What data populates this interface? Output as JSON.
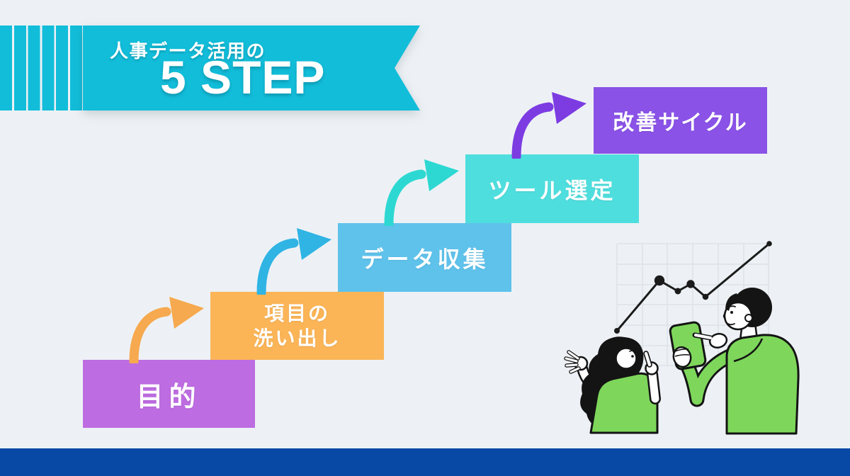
{
  "header": {
    "subtitle": "人事データ活用の",
    "title": "5 STEP"
  },
  "steps": [
    {
      "id": 1,
      "label": "目的",
      "color": "#bd6ce1"
    },
    {
      "id": 2,
      "label": "項目の洗い出し",
      "lines": [
        "項目の",
        "洗い出し"
      ],
      "color": "#fbb557"
    },
    {
      "id": 3,
      "label": "データ収集",
      "color": "#5fc2eb"
    },
    {
      "id": 4,
      "label": "ツール選定",
      "color": "#4fdede"
    },
    {
      "id": 5,
      "label": "改善サイクル",
      "color": "#8a52e7"
    }
  ],
  "arrows": [
    {
      "from_step": 1,
      "to_step": 2,
      "color": "#f6a94e"
    },
    {
      "from_step": 2,
      "to_step": 3,
      "color": "#2fb4e4"
    },
    {
      "from_step": 3,
      "to_step": 4,
      "color": "#2ed8d2"
    },
    {
      "from_step": 4,
      "to_step": 5,
      "color": "#7c3ce2"
    }
  ],
  "colors": {
    "background": "#edf1f5",
    "banner": "#12bdd9",
    "footer_bar": "#0849a6",
    "illustration_green": "#7ed75b",
    "line_chart": "#1b1b1b"
  },
  "illustration": {
    "name": "two-people-discussing-rising-line-chart"
  }
}
